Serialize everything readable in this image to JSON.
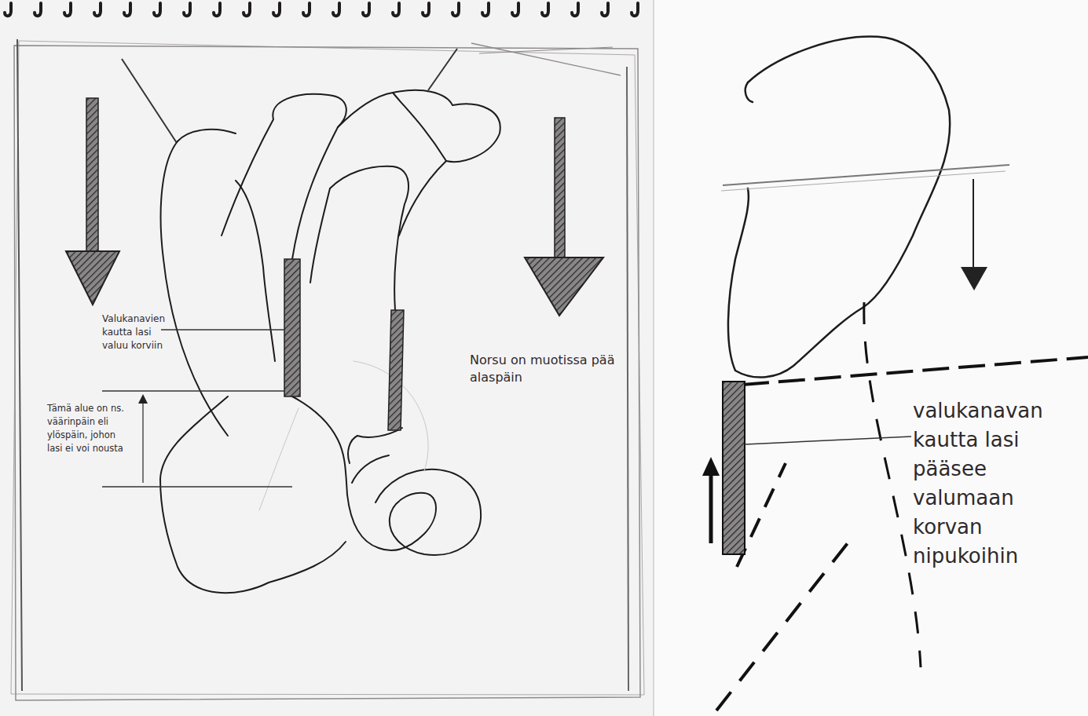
{
  "diagram": {
    "labels": [
      "Valukanavien kautta lasi valuu korviin",
      "Tämä alue on ns. väärinpäin eli ylöspäin, johon lasi ei voi nousta",
      "Norsu on muotissa pää alaspäin",
      "valukanavan kautta lasi pääsee valumaan korvan nipukoihin"
    ]
  }
}
